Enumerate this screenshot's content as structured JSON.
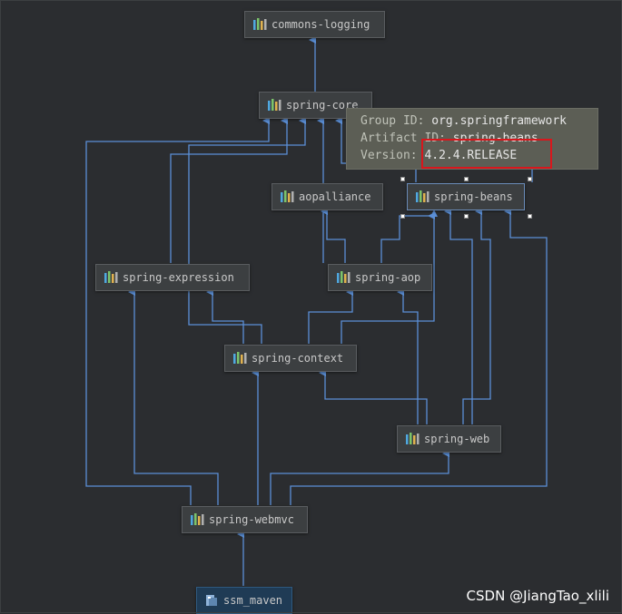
{
  "nodes": {
    "commons_logging": "commons-logging",
    "spring_core": "spring-core",
    "aopalliance": "aopalliance",
    "spring_beans": "spring-beans",
    "spring_expression": "spring-expression",
    "spring_aop": "spring-aop",
    "spring_context": "spring-context",
    "spring_web": "spring-web",
    "spring_webmvc": "spring-webmvc",
    "ssm_maven": "ssm_maven"
  },
  "tooltip": {
    "group_label": "Group ID: ",
    "group_value": "org.springframework",
    "artifact_label": "Artifact ID: ",
    "artifact_value": "spring-beans",
    "version_label": "Version: ",
    "version_value": "4.2.4.RELEASE"
  },
  "colors": {
    "edge": "#5b8fd6",
    "background": "#2b2d30",
    "highlight": "#d9161c"
  },
  "icons": {
    "library": "library-bars-icon",
    "module": "maven-module-icon"
  },
  "watermark": "CSDN @JiangTao_xlili"
}
